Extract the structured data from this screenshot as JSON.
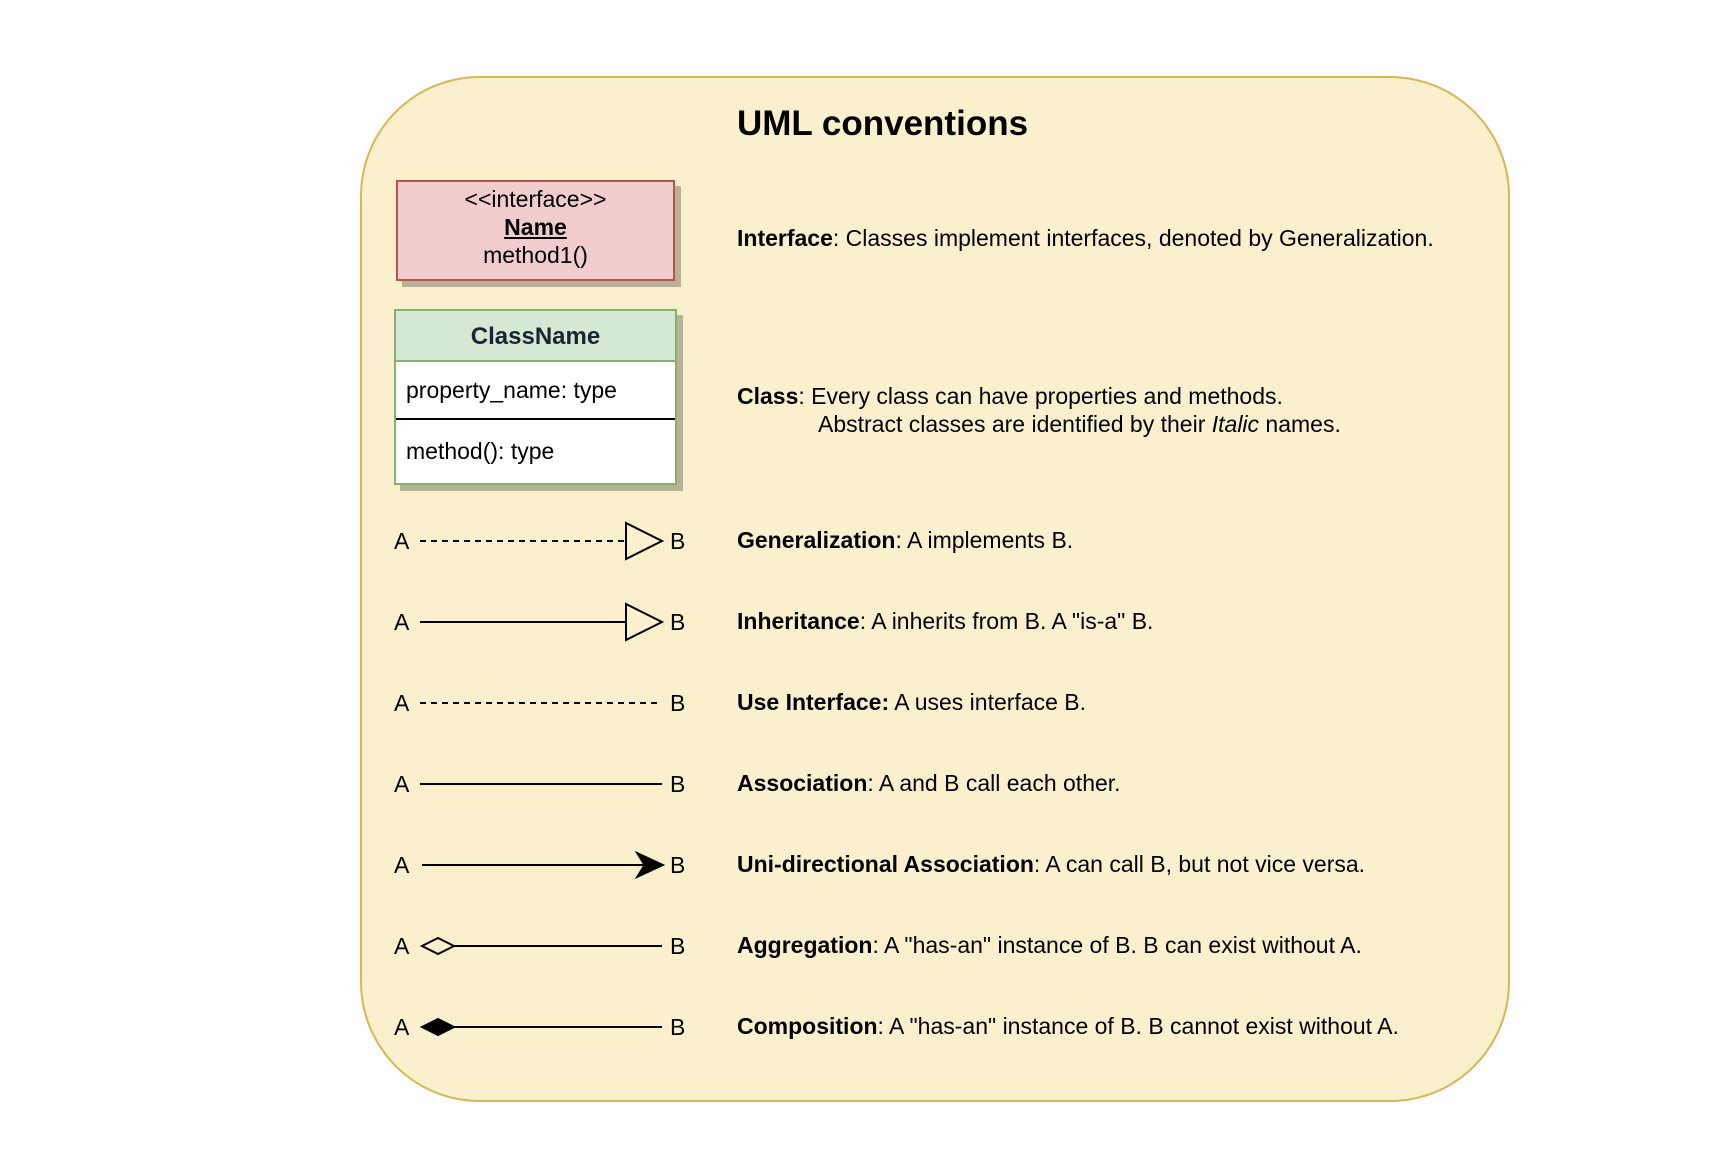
{
  "title": "UML conventions",
  "interface_box": {
    "stereotype": "<<interface>>",
    "name": "Name",
    "method": "method1()"
  },
  "class_box": {
    "name": "ClassName",
    "property": "property_name: type",
    "method": "method(): type"
  },
  "descriptions": {
    "interface": {
      "term": "Interface",
      "text": ": Classes implement interfaces, denoted by Generalization."
    },
    "class": {
      "term": "Class",
      "text": ": Every class can have properties and methods.",
      "cont_before": "Abstract classes are identified by their ",
      "cont_italic": "Italic",
      "cont_after": " names."
    },
    "generalization": {
      "term": "Generalization",
      "text": ": A implements B."
    },
    "inheritance": {
      "term": "Inheritance",
      "text": ": A inherits from B. A \"is-a\" B."
    },
    "use_interface": {
      "term": "Use Interface:",
      "text": " A uses interface B."
    },
    "association": {
      "term": "Association",
      "text": ": A and B call each other."
    },
    "unidirectional": {
      "term": "Uni-directional Association",
      "text": ": A can call B, but not vice versa."
    },
    "aggregation": {
      "term": "Aggregation",
      "text": ": A \"has-an\" instance of B. B can exist without A."
    },
    "composition": {
      "term": "Composition",
      "text": ": A \"has-an\" instance of B. B cannot exist without A."
    }
  },
  "endpoints": {
    "a": "A",
    "b": "B"
  },
  "colors": {
    "panel_fill": "#fbf0ce",
    "panel_stroke": "#d6b656",
    "interface_fill": "#f0cdcc",
    "interface_stroke": "#b85450",
    "class_header_fill": "#d5e8d4",
    "class_stroke": "#82b366"
  }
}
